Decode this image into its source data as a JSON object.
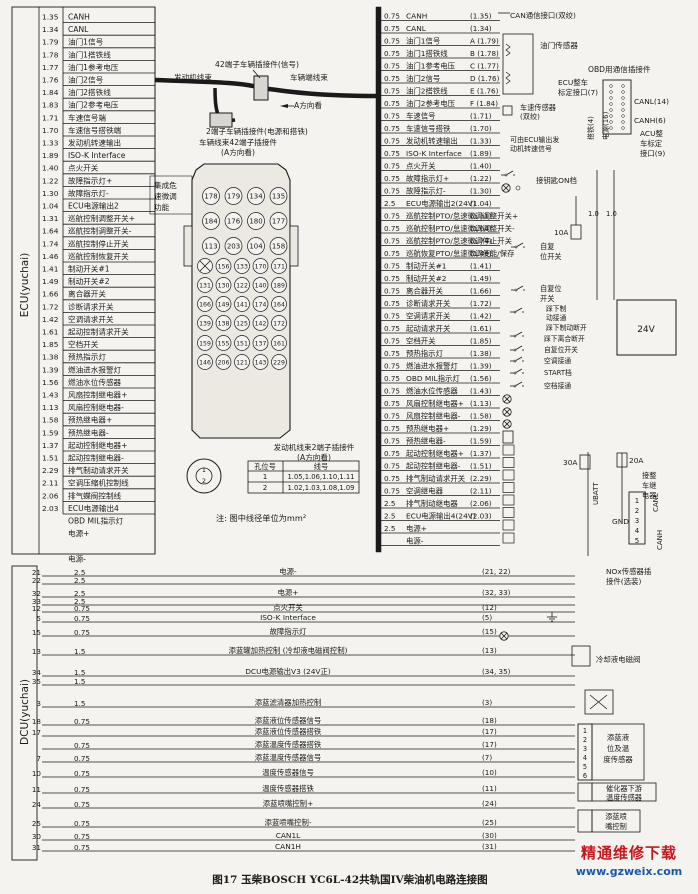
{
  "ecu": {
    "label": "ECU(yuchai)",
    "pins": [
      "1.35",
      "1.34",
      "1.79",
      "1.78",
      "1.77",
      "1.76",
      "1.84",
      "1.83",
      "1.71",
      "1.70",
      "1.33",
      "1.89",
      "1.40",
      "1.22",
      "1.30",
      "1.04",
      "1.31",
      "1.64",
      "1.74",
      "1.46",
      "1.41",
      "1.49",
      "1.66",
      "1.72",
      "1.42",
      "1.61",
      "1.85",
      "1.38",
      "1.39",
      "1.56",
      "1.43",
      "1.13",
      "1.58",
      "1.59",
      "1.37",
      "1.51",
      "2.29",
      "2.11",
      "2.06",
      "2.03",
      "",
      "",
      "",
      ""
    ],
    "rows": [
      {
        "text": "CANH",
        "lw": ""
      },
      {
        "text": "CANL",
        "lw": ""
      },
      {
        "text": "油门1信号",
        "lw": ""
      },
      {
        "text": "油门1搭铁线",
        "lw": ""
      },
      {
        "text": "油门1参考电压",
        "lw": ""
      },
      {
        "text": "油门2信号",
        "lw": ""
      },
      {
        "text": "油门2搭铁线",
        "lw": ""
      },
      {
        "text": "油门2参考电压",
        "lw": ""
      },
      {
        "text": "车速信号端",
        "lw": ""
      },
      {
        "text": "车速信号搭铁端",
        "lw": ""
      },
      {
        "text": "发动机转速输出",
        "lw": ""
      },
      {
        "text": "ISO-K Interface",
        "lw": ""
      },
      {
        "text": "点火开关",
        "lw": ""
      },
      {
        "text": "故障指示灯+",
        "lw": ""
      },
      {
        "text": "故障指示灯-",
        "lw": ""
      },
      {
        "text": "ECU电源输出2",
        "lw": ""
      },
      {
        "text": "巡航控制调整开关+",
        "lw": ""
      },
      {
        "text": "巡航控制调整开关-",
        "lw": ""
      },
      {
        "text": "巡航控制停止开关",
        "lw": ""
      },
      {
        "text": "巡航控制恢复开关",
        "lw": ""
      },
      {
        "text": "制动开关#1",
        "lw": ""
      },
      {
        "text": "制动开关#2",
        "lw": ""
      },
      {
        "text": "离合器开关",
        "lw": ""
      },
      {
        "text": "诊断请求开关",
        "lw": ""
      },
      {
        "text": "空调请求开关",
        "lw": ""
      },
      {
        "text": "起动控制请求开关",
        "lw": ""
      },
      {
        "text": "空档开关",
        "lw": ""
      },
      {
        "text": "预热指示灯",
        "lw": ""
      },
      {
        "text": "燃油进水报警灯",
        "lw": ""
      },
      {
        "text": "燃油水位传感器",
        "lw": ""
      },
      {
        "text": "风扇控制继电器+",
        "lw": ""
      },
      {
        "text": "风扇控制继电器-",
        "lw": ""
      },
      {
        "text": "预热继电器+",
        "lw": ""
      },
      {
        "text": "预热继电器-",
        "lw": ""
      },
      {
        "text": "起动控制继电器+",
        "lw": ""
      },
      {
        "text": "起动控制继电器-",
        "lw": ""
      },
      {
        "text": "排气制动请求开关",
        "lw": ""
      },
      {
        "text": "空调压缩机控制线",
        "lw": ""
      },
      {
        "text": "排气蝶阀控制线",
        "lw": ""
      },
      {
        "text": "ECU电源输出4",
        "lw": ""
      },
      {
        "text": "OBD MIL指示灯",
        "lw": ""
      },
      {
        "text": "电源+",
        "lw": ""
      },
      {
        "text": "",
        "lw": ""
      },
      {
        "text": "电源-",
        "lw": ""
      }
    ],
    "cruise_note": [
      "集成危",
      "速微调",
      "功能"
    ]
  },
  "connectors": {
    "c42_signal": "42端子车辆插接件(信号)",
    "c2_power": "2端子车辆插接件(电源和搭铁)",
    "engine_harness": "发动机线束",
    "vehicle_harness": "车辆端线束",
    "a_direction": "A方向看",
    "c42_view_title": [
      "车辆线束42端子插接件",
      "(A方向看)"
    ],
    "c42_pins": [
      [
        "178",
        "179",
        "134",
        "135"
      ],
      [
        "184",
        "176",
        "180",
        "177"
      ],
      [
        "113",
        "203",
        "104",
        "158"
      ],
      [
        "⊗",
        "156",
        "133",
        "170",
        "171"
      ],
      [
        "131",
        "130",
        "122",
        "140",
        "189"
      ],
      [
        "166",
        "149",
        "141",
        "174",
        "164"
      ],
      [
        "139",
        "138",
        "125",
        "142",
        "172"
      ],
      [
        "159",
        "155",
        "151",
        "137",
        "161"
      ],
      [
        "146",
        "206",
        "121",
        "143",
        "229"
      ]
    ],
    "c2_view_title": [
      "发动机线束2端子插接件",
      "(A方向看)"
    ],
    "c2_table": {
      "headers": [
        "孔位号",
        "线号"
      ],
      "rows": [
        [
          "1",
          "1.05,1.06,1.10,1.11"
        ],
        [
          "2",
          "1.02,1.03,1.08,1.09"
        ]
      ]
    },
    "unit_note": "注: 图中线径单位为mm²"
  },
  "right_top": {
    "wire_sizes": [
      "0.75",
      "0.75",
      "0.75",
      "0.75",
      "0.75",
      "0.75",
      "0.75",
      "0.75",
      "0.75",
      "0.75",
      "0.75",
      "0.75",
      "0.75",
      "0.75",
      "0.75",
      "2.5",
      "0.75",
      "0.75",
      "0.75",
      "0.75",
      "0.75",
      "0.75",
      "0.75",
      "0.75",
      "0.75",
      "0.75",
      "0.75",
      "0.75",
      "0.75",
      "0.75",
      "0.75",
      "0.75",
      "0.75",
      "0.75",
      "0.75",
      "0.75",
      "0.75",
      "0.75",
      "0.75",
      "2.5",
      "2.5",
      "2.5"
    ],
    "rows": [
      {
        "label": "CANH",
        "code": "(1.35)"
      },
      {
        "label": "CANL",
        "code": "(1.34)"
      },
      {
        "label": "油门1信号",
        "code": "A (1.79)"
      },
      {
        "label": "油门1搭铁线",
        "code": "B (1.78)"
      },
      {
        "label": "油门1参考电压",
        "code": "C (1.77)"
      },
      {
        "label": "油门2信号",
        "code": "D (1.76)"
      },
      {
        "label": "油门2搭铁线",
        "code": "E (1.76)"
      },
      {
        "label": "油门2参考电压",
        "code": "F (1.84)"
      },
      {
        "label": "车速信号",
        "code": "(1.71)"
      },
      {
        "label": "车速信号搭铁",
        "code": "(1.70)"
      },
      {
        "label": "发动机转速输出",
        "code": "(1.33)"
      },
      {
        "label": "ISO-K Interface",
        "code": "(1.89)"
      },
      {
        "label": "点火开关",
        "code": "(1.40)"
      },
      {
        "label": "故障指示灯+",
        "code": "(1.22)"
      },
      {
        "label": "故障指示灯-",
        "code": "(1.30)"
      },
      {
        "label": "ECU电源输出2(24V)",
        "code": "(1.04)"
      },
      {
        "label": "巡航控制PTO/怠速微调调整开关+",
        "code": "(1.31)"
      },
      {
        "label": "巡航控制PTO/怠速微调调整开关-",
        "code": "(1.64)"
      },
      {
        "label": "巡航控制PTO/怠速微调停止开关",
        "code": "(1.74)"
      },
      {
        "label": "巡航恢复PTO/怠速微调使能/保存",
        "code": "(1.46)"
      },
      {
        "label": "制动开关#1",
        "code": "(1.41)"
      },
      {
        "label": "制动开关#2",
        "code": "(1.49)"
      },
      {
        "label": "离合器开关",
        "code": "(1.66)"
      },
      {
        "label": "诊断请求开关",
        "code": "(1.72)"
      },
      {
        "label": "空调请求开关",
        "code": "(1.42)"
      },
      {
        "label": "起动请求开关",
        "code": "(1.61)"
      },
      {
        "label": "空档开关",
        "code": "(1.85)"
      },
      {
        "label": "预热指示灯",
        "code": "(1.38)"
      },
      {
        "label": "燃油进水报警灯",
        "code": "(1.39)"
      },
      {
        "label": "OBD MIL指示灯",
        "code": "(1.56)"
      },
      {
        "label": "燃油水位传感器",
        "code": "(1.43)"
      },
      {
        "label": "风扇控制继电器+",
        "code": "(1.13)"
      },
      {
        "label": "风扇控制继电器-",
        "code": "(1.58)"
      },
      {
        "label": "预热继电器+",
        "code": "(1.29)"
      },
      {
        "label": "预热继电器-",
        "code": "(1.59)"
      },
      {
        "label": "起动控制继电器+",
        "code": "(1.37)"
      },
      {
        "label": "起动控制继电器-",
        "code": "(1.51)"
      },
      {
        "label": "排气制动请求开关",
        "code": "(2.29)"
      },
      {
        "label": "空调继电器",
        "code": "(2.11)"
      },
      {
        "label": "排气制动继电器",
        "code": "(2.06)"
      },
      {
        "label": "ECU电源输出4(24V)",
        "code": "(2.03)"
      },
      {
        "label": "电源+",
        "code": ""
      },
      {
        "label": "电源-",
        "code": ""
      }
    ],
    "can_note": "CAN通信接口(双绞)",
    "throttle_sensor": "油门传感器",
    "obd_title": "OBD用通信插接件",
    "ecu_calib_left": [
      "ECU整车",
      "标定接口(7)"
    ],
    "can_l_14": "CANL(14)",
    "can_h_6": "CANH(6)",
    "acu_calib": [
      "ACU整",
      "车标定",
      "接口(9)"
    ],
    "ground_4": "搭铁(4)",
    "power_16": "电源(16)",
    "speed_sensor": [
      "车速传感器",
      "(双绞)"
    ],
    "tach_output": [
      "可由ECU输出发",
      "动机转速信号"
    ],
    "ign_on": "接钥匙ON档",
    "fuse_10a": "10A",
    "fuse_1_0a": "1.0",
    "fuse_1_0b": "1.0",
    "battery": "24V",
    "self_reset_1": [
      "自复",
      "位开关"
    ],
    "self_reset_2": [
      "自复位",
      "开关"
    ],
    "brake_labels": [
      "踩下制",
      "动接通",
      "踩下制动断开"
    ],
    "clutch_label": "踩下离合断开",
    "diag_label": "自复位开关",
    "ac_label": "空调接通",
    "start_label": "START档",
    "neutral_label": "空档接通",
    "fuse_30a": "30A",
    "fuse_20a": "20A",
    "ubatt": "UBATT",
    "vehicle_sense": [
      "接整",
      "车继",
      "电器"
    ],
    "gnd": "GND",
    "canl_side": "CANL",
    "canh_side": "CANH",
    "nox_conn": [
      "NOx传感器插",
      "接件(选装)"
    ],
    "nox_pins": [
      "1",
      "2",
      "3",
      "4",
      "5"
    ]
  },
  "dcu": {
    "label": "DCU(yuchai)",
    "rows": [
      {
        "pin": "21",
        "size": "2.5",
        "name": "电源-",
        "code": "(21, 22)"
      },
      {
        "pin": "22",
        "size": "2.5",
        "name": "",
        "code": ""
      },
      {
        "pin": "32",
        "size": "2.5",
        "name": "电源+",
        "code": "(32, 33)"
      },
      {
        "pin": "33",
        "size": "2.5",
        "name": "",
        "code": ""
      },
      {
        "pin": "12",
        "size": "0.75",
        "name": "点火开关",
        "code": "(12)"
      },
      {
        "pin": "5",
        "size": "0.75",
        "name": "ISO-K Interface",
        "code": "(5)"
      },
      {
        "pin": "15",
        "size": "0.75",
        "name": "故障指示灯",
        "code": "(15)"
      },
      {
        "pin": "13",
        "size": "1.5",
        "name": "添蓝罐加热控制 (冷却液电磁阀控制)",
        "code": "(13)"
      },
      {
        "pin": "34",
        "size": "1.5",
        "name": "DCU电源输出V3 (24V正)",
        "code": "(34, 35)"
      },
      {
        "pin": "35",
        "size": "1.5",
        "name": "",
        "code": ""
      },
      {
        "pin": "3",
        "size": "1.5",
        "name": "添蓝滤清器加热控制",
        "code": "(3)"
      },
      {
        "pin": "18",
        "size": "0.75",
        "name": "添蓝液位传感器信号",
        "code": "(18)"
      },
      {
        "pin": "17",
        "size": "",
        "name": "添蓝液位传感器搭铁",
        "code": "(17)"
      },
      {
        "pin": "",
        "size": "0.75",
        "name": "添蓝温度传感器搭铁",
        "code": "(17)"
      },
      {
        "pin": "7",
        "size": "0.75",
        "name": "添蓝温度传感器信号",
        "code": "(7)"
      },
      {
        "pin": "10",
        "size": "0.75",
        "name": "温度传感器信号",
        "code": "(10)"
      },
      {
        "pin": "11",
        "size": "0.75",
        "name": "温度传感器搭铁",
        "code": "(11)"
      },
      {
        "pin": "24",
        "size": "0.75",
        "name": "添蓝喷嘴控制+",
        "code": "(24)"
      },
      {
        "pin": "25",
        "size": "0.75",
        "name": "添蓝喷嘴控制-",
        "code": "(25)"
      },
      {
        "pin": "30",
        "size": "0.75",
        "name": "CAN1L",
        "code": "(30)"
      },
      {
        "pin": "31",
        "size": "0.75",
        "name": "CAN1H",
        "code": "(31)"
      }
    ],
    "coolant_valve": "冷却液电磁阀",
    "level_temp_sensor": [
      "添蓝液",
      "位及温",
      "度传感器"
    ],
    "catalyst_temp_sensor": [
      "催化器下游",
      "温度传感器"
    ],
    "nozzle": [
      "添蓝喷",
      "嘴控制"
    ],
    "sensor_pins": [
      "1",
      "2",
      "3",
      "4",
      "5",
      "6"
    ]
  },
  "footer": {
    "caption": "图17  玉柴BOSCH YC6L-42共轨国IV柴油机电路连接图",
    "logo_cn": "精通维修下载",
    "logo_url": "www.gzweix.com"
  }
}
